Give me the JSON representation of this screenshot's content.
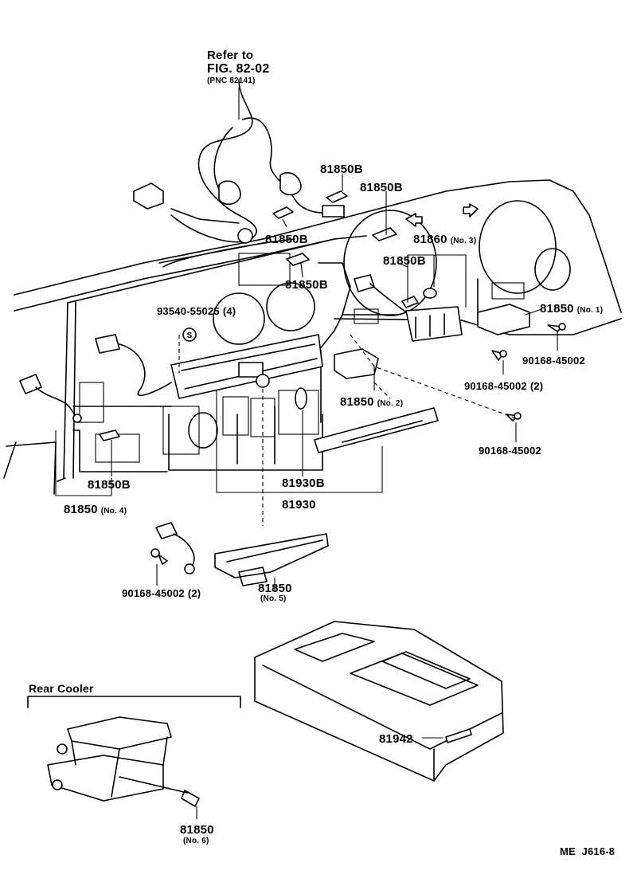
{
  "reference": {
    "line1": "Refer to",
    "line2": "FIG. 82-02",
    "line3": "(PNC 82141)"
  },
  "callouts": [
    {
      "id": "81850B-a",
      "text": "81850B"
    },
    {
      "id": "81850B-b",
      "text": "81850B"
    },
    {
      "id": "81850B-c",
      "text": "81850B"
    },
    {
      "id": "81850B-d",
      "text": "81850B"
    },
    {
      "id": "81850B-e",
      "text": "81850B"
    },
    {
      "id": "81850B-f",
      "text": "81850B"
    },
    {
      "id": "81860-no3",
      "text": "81860",
      "sub": "(No. 3)"
    },
    {
      "id": "81850-no1",
      "text": "81850",
      "sub": "(No. 1)"
    },
    {
      "id": "81850-no2",
      "text": "81850",
      "sub": "(No. 2)"
    },
    {
      "id": "81850-no4",
      "text": "81850",
      "sub": "(No. 4)"
    },
    {
      "id": "81850-no5",
      "text": "81850",
      "sub": "(No. 5)"
    },
    {
      "id": "81850-no6",
      "text": "81850",
      "sub": "(No. 6)"
    },
    {
      "id": "93540",
      "text": "93540-55025",
      "sub": "(4)"
    },
    {
      "id": "90168-a",
      "text": "90168-45002"
    },
    {
      "id": "90168-b",
      "text": "90168-45002",
      "sub": "(2)"
    },
    {
      "id": "90168-c",
      "text": "90168-45002"
    },
    {
      "id": "90168-d",
      "text": "90168-45002",
      "sub": "(2)"
    },
    {
      "id": "81930B",
      "text": "81930B"
    },
    {
      "id": "81930",
      "text": "81930"
    },
    {
      "id": "81942",
      "text": "81942"
    }
  ],
  "rear_cooler": {
    "title": "Rear Cooler"
  },
  "figure_code": "ME  J616-8",
  "symbol_s": "S"
}
